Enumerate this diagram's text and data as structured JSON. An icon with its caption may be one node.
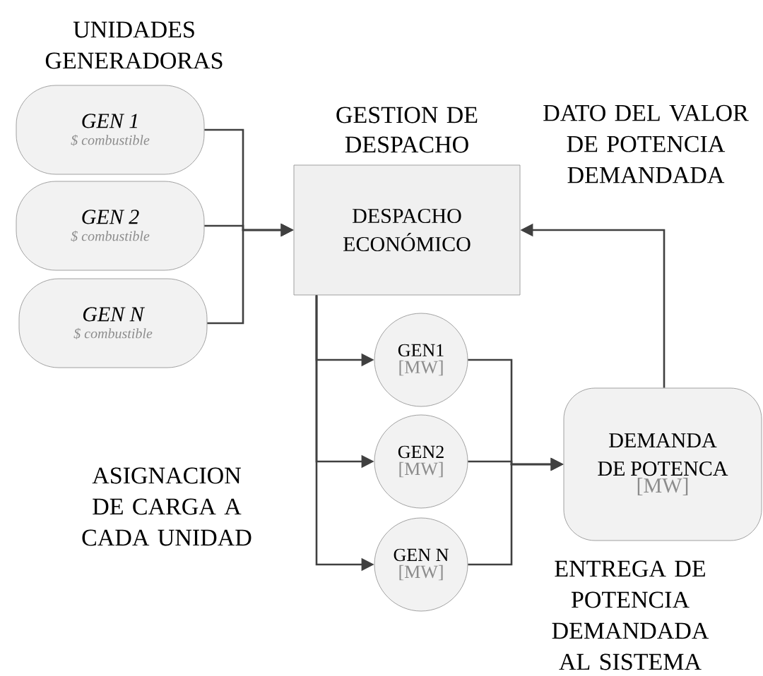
{
  "diagram": {
    "nodes": [
      {
        "text": [
          "GEN 1",
          "$ combustible"
        ]
      },
      {
        "text": [
          "GEN 2",
          "$ combustible"
        ]
      },
      {
        "text": [
          "GEN N",
          "$ combustible"
        ]
      },
      {
        "text": [
          "GESTION DE DESPACHO",
          "DESPACHO ECONÓMICO"
        ]
      },
      {
        "text": [
          "GEN1",
          "[MW]"
        ]
      },
      {
        "text": [
          "GEN2",
          "[MW]"
        ]
      },
      {
        "text": [
          "GEN N",
          "[MW]"
        ]
      },
      {
        "text": [
          "DEMANDA DE POTENCA",
          "[MW]"
        ]
      }
    ],
    "edges": [
      {
        "from": 0,
        "to": 3,
        "arrow": "to"
      },
      {
        "from": 1,
        "to": 3,
        "arrow": "to"
      },
      {
        "from": 2,
        "to": 3,
        "arrow": "to"
      },
      {
        "from": 3,
        "to": 4,
        "arrow": "to"
      },
      {
        "from": 3,
        "to": 5,
        "arrow": "to"
      },
      {
        "from": 3,
        "to": 6,
        "arrow": "to"
      },
      {
        "from": 4,
        "to": 7,
        "arrow": "to"
      },
      {
        "from": 5,
        "to": 7,
        "arrow": "to"
      },
      {
        "from": 6,
        "to": 7,
        "arrow": "to"
      },
      {
        "from": 7,
        "to": 3,
        "arrow": "to",
        "label": "DATO DEL VALOR DE POTENCIA DEMANDADA"
      }
    ],
    "labels": [
      "UNIDADES GENERADORAS",
      "ASIGNACION DE CARGA A CADA UNIDAD",
      "ENTREGA DE POTENCIA DEMANDADA AL SISTEMA"
    ]
  }
}
